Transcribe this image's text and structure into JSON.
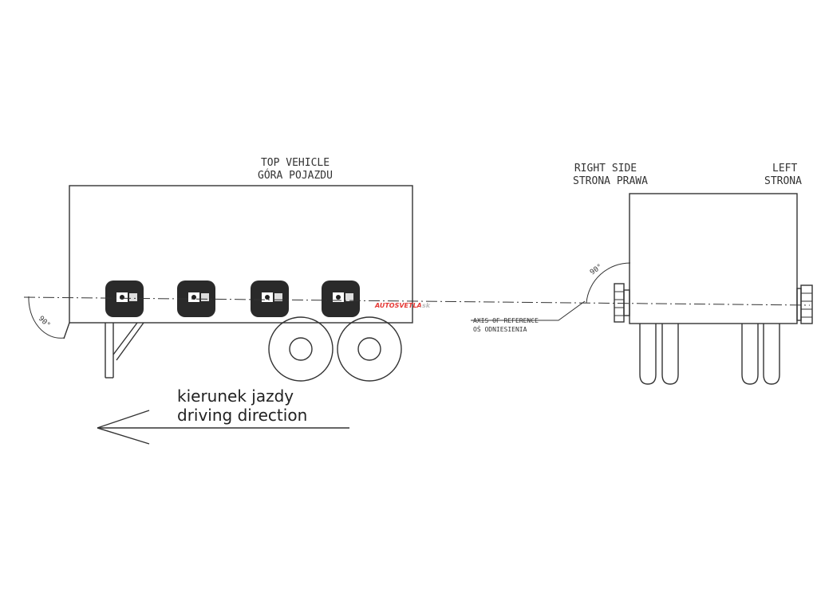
{
  "top_vehicle": {
    "line1": "TOP VEHICLE",
    "line2": "GÓRA POJAZDU"
  },
  "right_side": {
    "line1": "RIGHT SIDE",
    "line2": "STRONA PRAWA"
  },
  "left_side": {
    "line1": "LEFT",
    "line2": "STRONA"
  },
  "axis_label": {
    "line1": "AXIS OF REFERENCE",
    "line2": "OŚ ODNIESIENIA"
  },
  "angle_left": "90°",
  "angle_right": "90°",
  "direction": {
    "line1": "kierunek jazdy",
    "line2": "driving direction"
  },
  "watermark": {
    "part1": "AUTOSVETLA",
    "part2": ".sk"
  }
}
